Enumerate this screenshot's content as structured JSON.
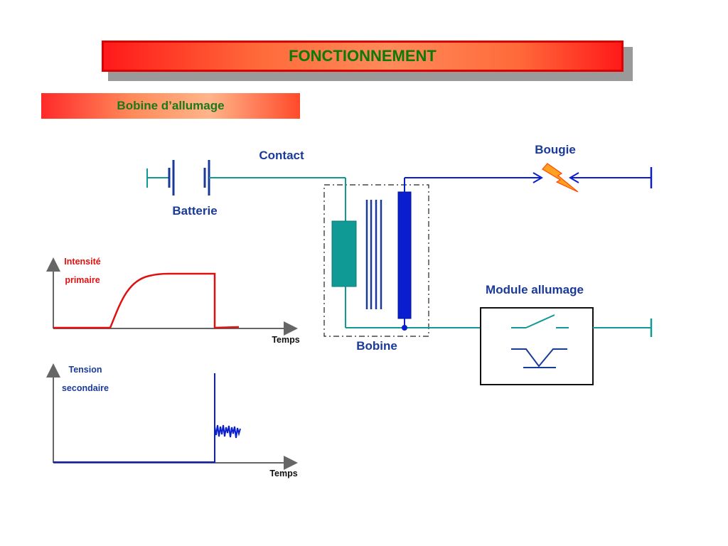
{
  "title": "FONCTIONNEMENT",
  "subtitle": "Bobine d’allumage",
  "labels": {
    "contact": "Contact",
    "batterie": "Batterie",
    "bougie": "Bougie",
    "bobine": "Bobine",
    "module": "Module allumage"
  },
  "graph_primary": {
    "ylabel_line1": "Intensité",
    "ylabel_line2": "primaire",
    "xlabel": "Temps"
  },
  "graph_secondary": {
    "ylabel_line1": "Tension",
    "ylabel_line2": "secondaire",
    "xlabel": "Temps"
  },
  "colors": {
    "title_text": "#0a7a0a",
    "teal": "#109a96",
    "blue": "#0a1ed0",
    "red": "#e01010",
    "dark_blue": "#1a3a9a"
  }
}
